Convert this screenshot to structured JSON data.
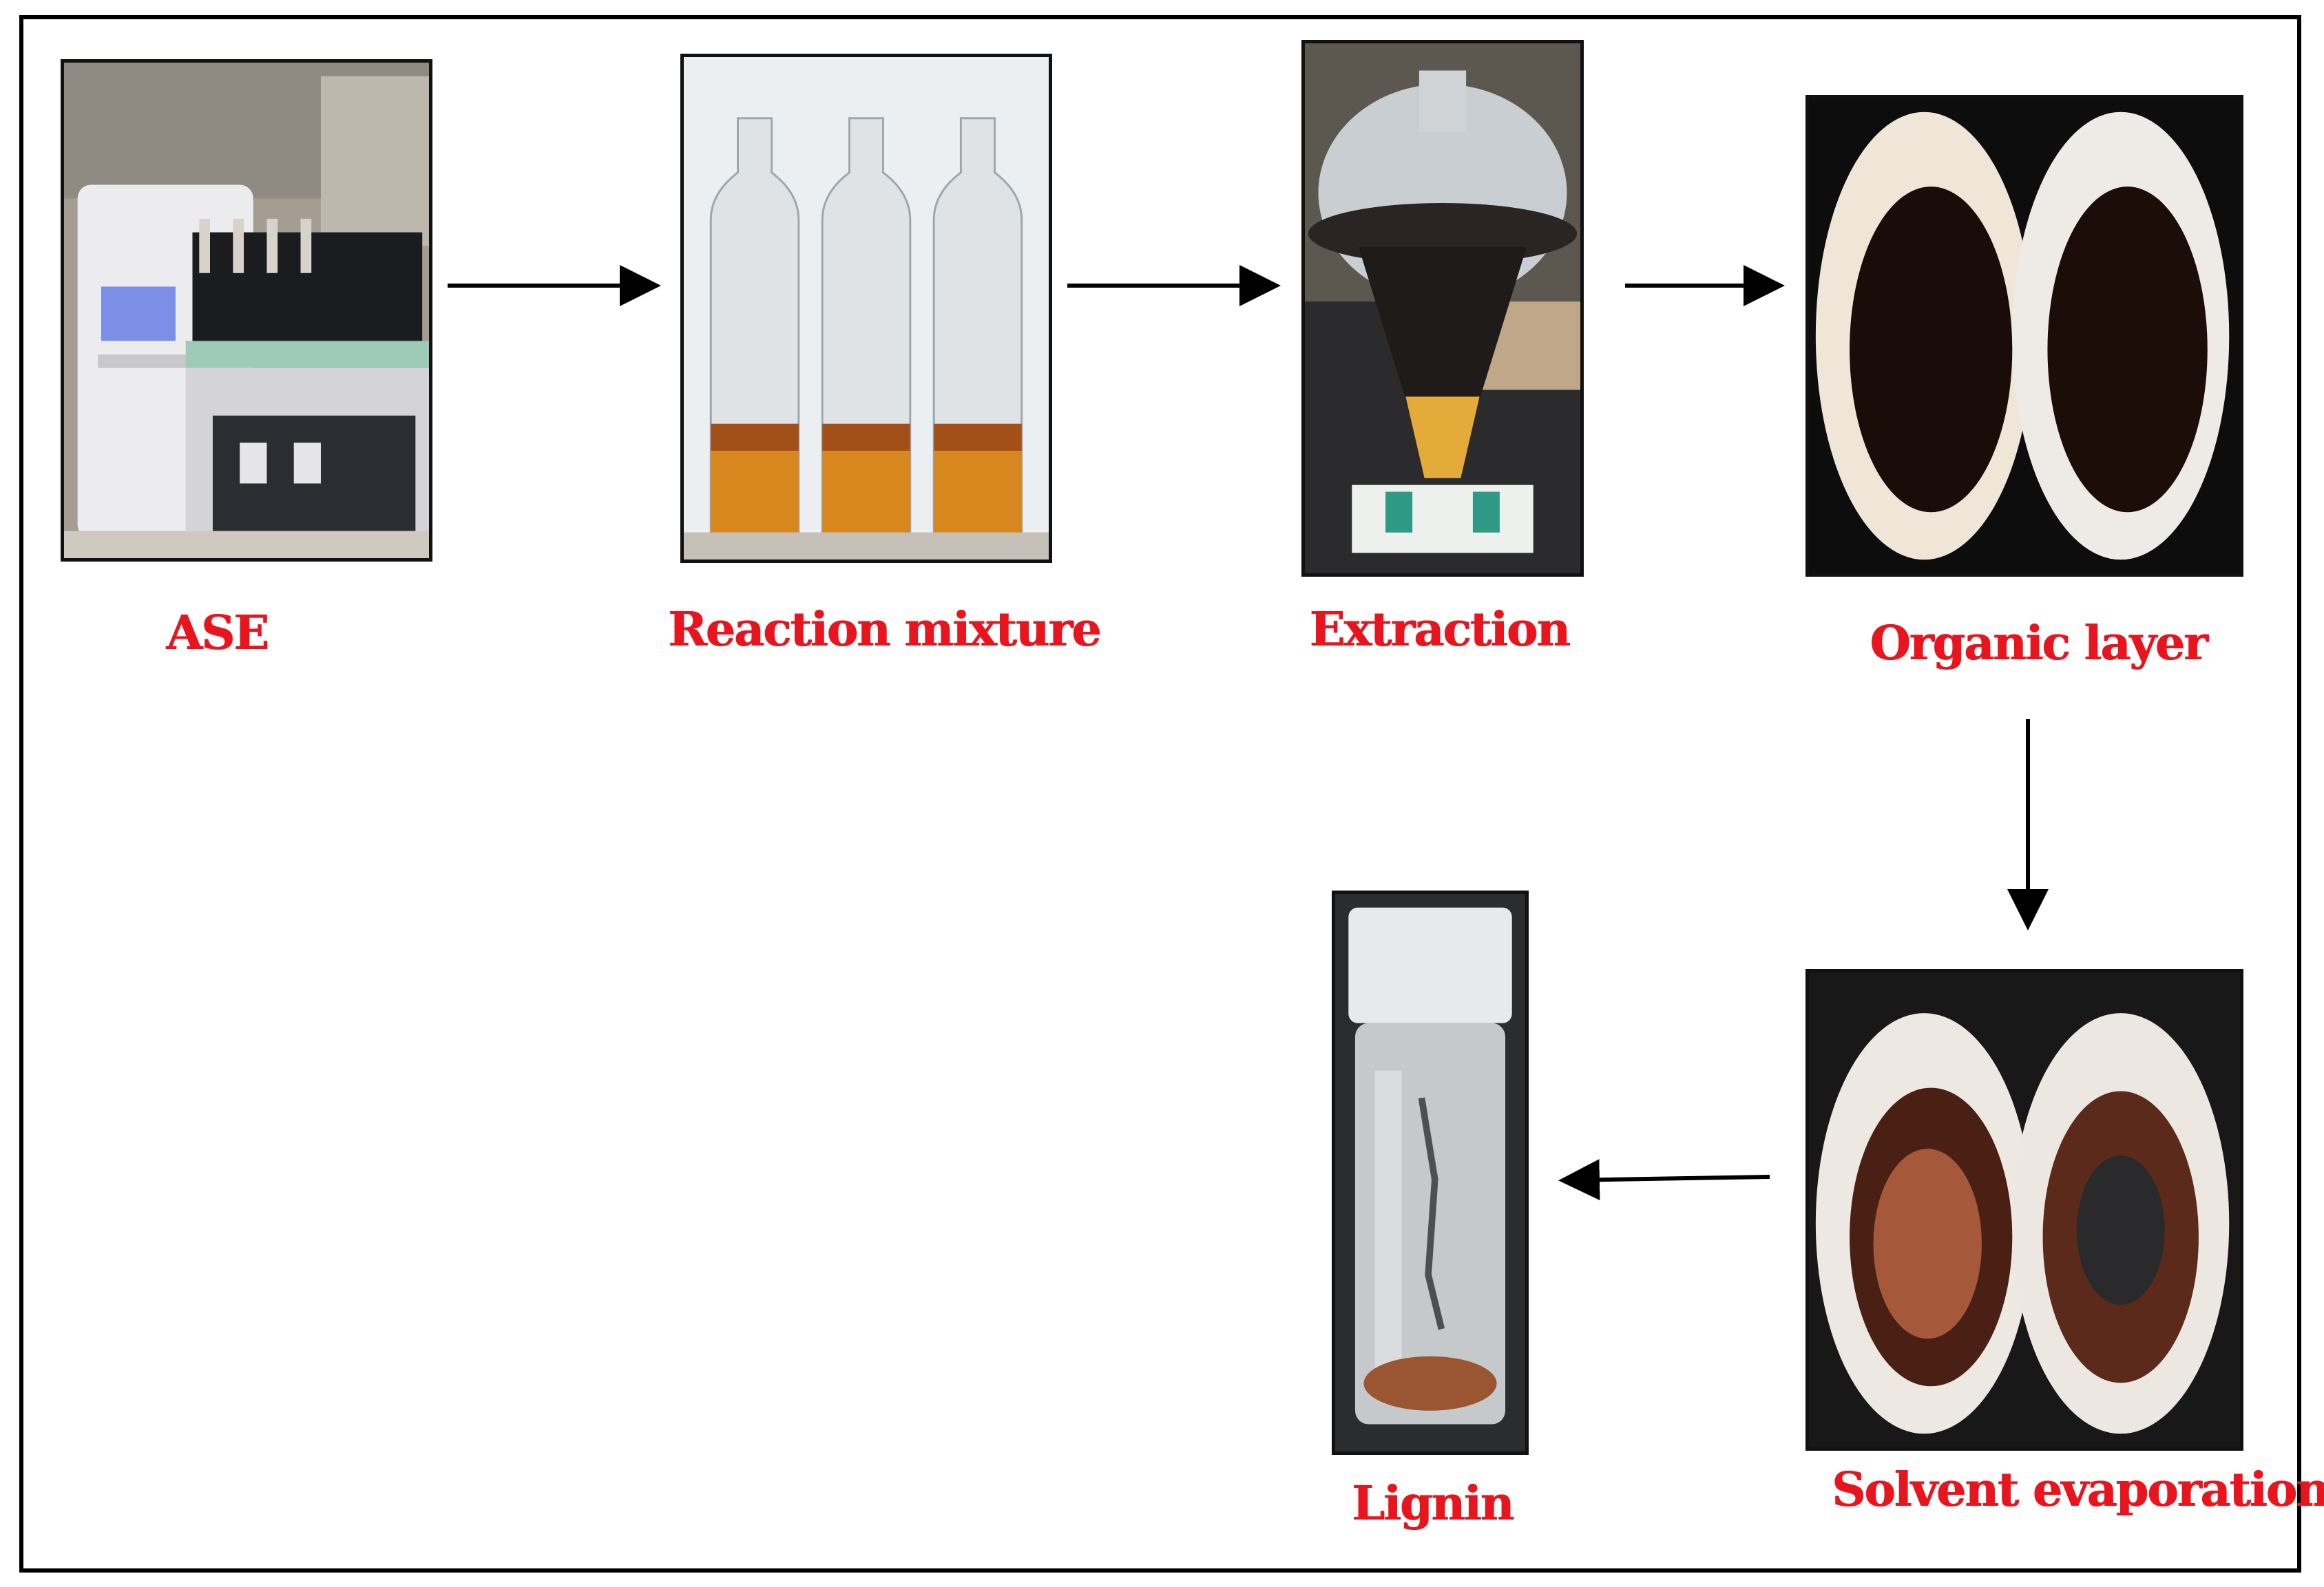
{
  "diagram": {
    "steps": [
      {
        "id": "ase",
        "label": "ASE"
      },
      {
        "id": "reaction-mixture",
        "label": "Reaction mixture"
      },
      {
        "id": "extraction",
        "label": "Extraction"
      },
      {
        "id": "organic-layer",
        "label": "Organic layer"
      },
      {
        "id": "solvent-evaporation",
        "label": "Solvent evaporation"
      },
      {
        "id": "lignin",
        "label": "Lignin"
      }
    ],
    "flow": [
      "ASE",
      "Reaction mixture",
      "Extraction",
      "Organic layer",
      "Solvent evaporation",
      "Lignin"
    ],
    "colors": {
      "label": "#e8141e",
      "border": "#000000",
      "arrow": "#000000"
    }
  }
}
